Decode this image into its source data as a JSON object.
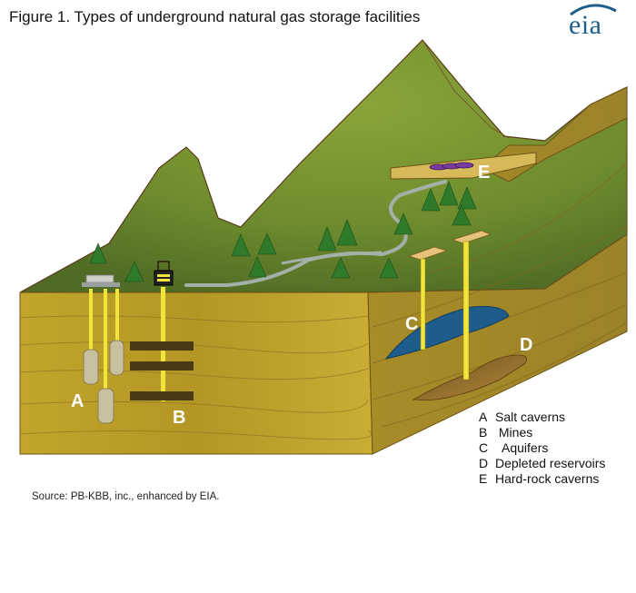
{
  "figure_title": "Figure 1.  Types of underground natural gas storage facilities",
  "logo_text": "eia",
  "labels": {
    "A": "A",
    "B": "B",
    "C": "C",
    "D": "D",
    "E": "E"
  },
  "legend": [
    {
      "key": "A",
      "text": "Salt caverns"
    },
    {
      "key": "B",
      "text": " Mines"
    },
    {
      "key": "C",
      "text": "  Aquifers"
    },
    {
      "key": "D",
      "text": "Depleted reservoirs"
    },
    {
      "key": "E",
      "text": "Hard-rock caverns"
    }
  ],
  "source": "Source: PB-KBB, inc., enhanced by EIA.",
  "colors": {
    "front_face": "#b59a2a",
    "side_face": "#a98f2c",
    "grass": "#6f8e2d",
    "aquifer": "#1e5c8c",
    "well": "#f1e43a",
    "logo": "#1d5f8a"
  }
}
